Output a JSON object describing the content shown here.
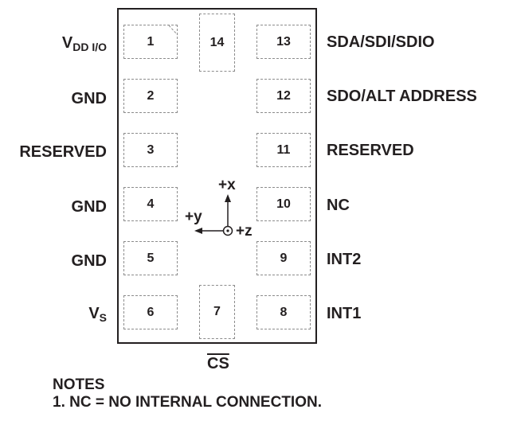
{
  "pins_left": [
    {
      "num": "1",
      "label": "V",
      "sub": "DD I/O"
    },
    {
      "num": "2",
      "label": "GND"
    },
    {
      "num": "3",
      "label": "RESERVED"
    },
    {
      "num": "4",
      "label": "GND"
    },
    {
      "num": "5",
      "label": "GND"
    },
    {
      "num": "6",
      "label": "V",
      "sub": "S"
    }
  ],
  "pins_right": [
    {
      "num": "13",
      "label": "SDA/SDI/SDIO"
    },
    {
      "num": "12",
      "label": "SDO/ALT ADDRESS"
    },
    {
      "num": "11",
      "label": "RESERVED"
    },
    {
      "num": "10",
      "label": "NC"
    },
    {
      "num": "9",
      "label": "INT2"
    },
    {
      "num": "8",
      "label": "INT1"
    }
  ],
  "pin_top": {
    "num": "14"
  },
  "pin_bottom": {
    "num": "7",
    "label": "CS"
  },
  "axes": {
    "x": "+x",
    "y": "+y",
    "z": "+z"
  },
  "notes": {
    "title": "NOTES",
    "line1": "1. NC = NO INTERNAL CONNECTION."
  }
}
